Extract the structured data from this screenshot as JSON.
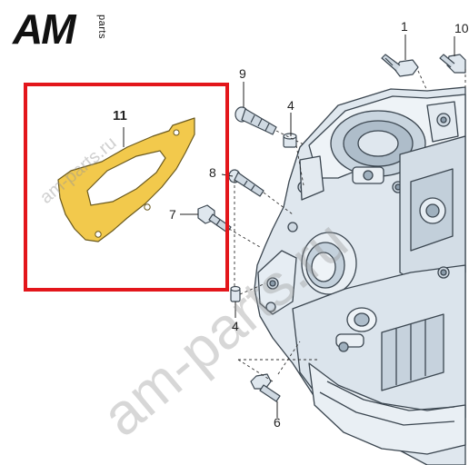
{
  "logo": {
    "main": "AM",
    "sub": "parts",
    "accent_color": "#e8322e"
  },
  "watermarks": {
    "small": "am-parts.ru",
    "large": "am-parts.ru"
  },
  "highlight_box_color": "#e3161b",
  "highlighted_part": {
    "callout": "11",
    "fill_color": "#f2c94c"
  },
  "callouts": {
    "c1": "1",
    "c10": "10",
    "c9": "9",
    "c4_top": "4",
    "c8": "8",
    "c7": "7",
    "c4_bottom": "4",
    "c6": "6",
    "c11": "11"
  }
}
